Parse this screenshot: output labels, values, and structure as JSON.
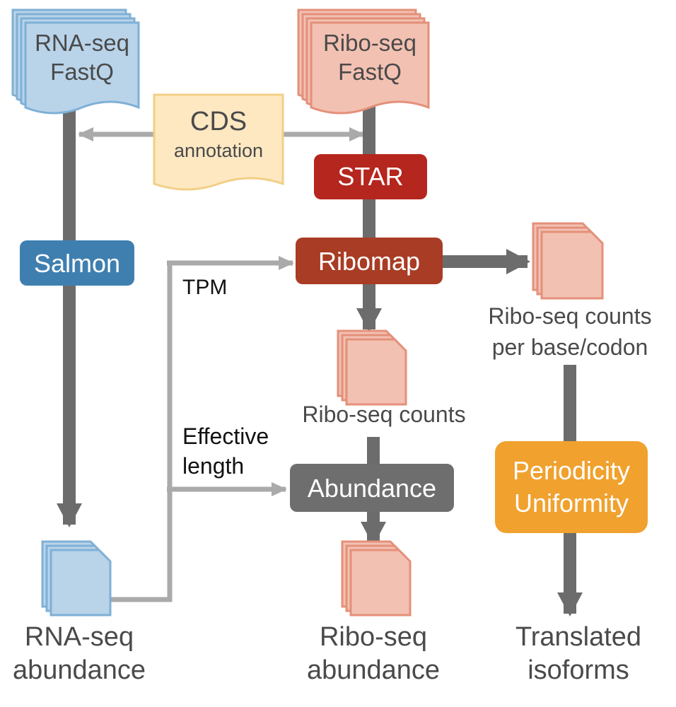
{
  "colors": {
    "rna_fill": "#b9d3e9",
    "rna_stroke": "#7fb0d6",
    "ribo_fill": "#f2c1b2",
    "ribo_stroke": "#e4907a",
    "cds_fill": "#fde8c2",
    "cds_stroke": "#f2cf86",
    "star": "#b5261e",
    "ribomap": "#a83c24",
    "salmon": "#3f7fb0",
    "abundance_box": "#6e6e6e",
    "periodicity": "#f0a12e",
    "thick_arrow": "#6c6c6c",
    "thin_arrow": "#aaaaaa"
  },
  "inputs": {
    "rna_fastq": {
      "line1": "RNA-seq",
      "line2": "FastQ"
    },
    "ribo_fastq": {
      "line1": "Ribo-seq",
      "line2": "FastQ"
    },
    "cds": {
      "line1": "CDS",
      "line2": "annotation"
    }
  },
  "tools": {
    "star": "STAR",
    "salmon": "Salmon",
    "ribomap": "Ribomap",
    "abundance": "Abundance",
    "periodicity": {
      "line1": "Periodicity",
      "line2": "Uniformity"
    }
  },
  "edges": {
    "tpm": "TPM",
    "effective_length": {
      "line1": "Effective",
      "line2": "length"
    }
  },
  "outputs": {
    "ribo_counts_per_base": {
      "line1": "Ribo-seq counts",
      "line2": "per base/codon"
    },
    "ribo_counts": "Ribo-seq counts",
    "rna_abundance": {
      "line1": "RNA-seq",
      "line2": "abundance"
    },
    "ribo_abundance": {
      "line1": "Ribo-seq",
      "line2": "abundance"
    },
    "translated_isoforms": {
      "line1": "Translated",
      "line2": "isoforms"
    }
  }
}
